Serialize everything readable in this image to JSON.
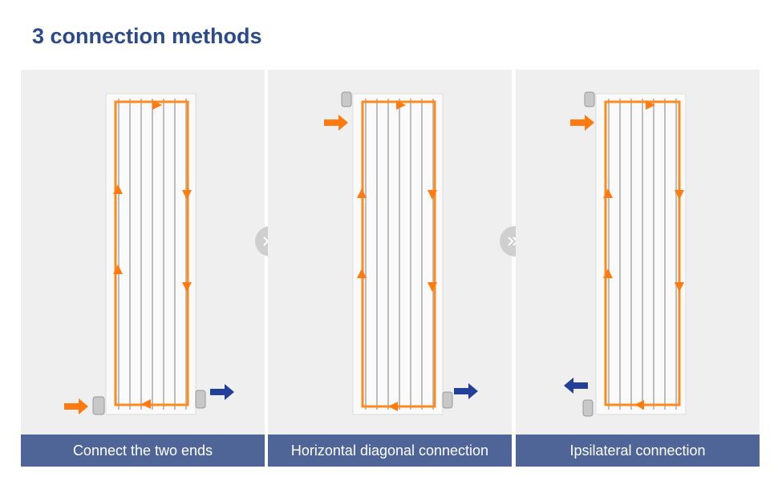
{
  "title": "3 connection methods",
  "panels": [
    {
      "caption": "Connect the two ends"
    },
    {
      "caption": "Horizontal diagonal connection"
    },
    {
      "caption": "Ipsilateral connection"
    }
  ],
  "colors": {
    "title": "#2b4a8c",
    "caption_bg": "#4f6497",
    "flow_hot": "#ff7a10",
    "flow_return": "#22409a"
  },
  "icons": [
    "double-chevron-right-icon"
  ]
}
